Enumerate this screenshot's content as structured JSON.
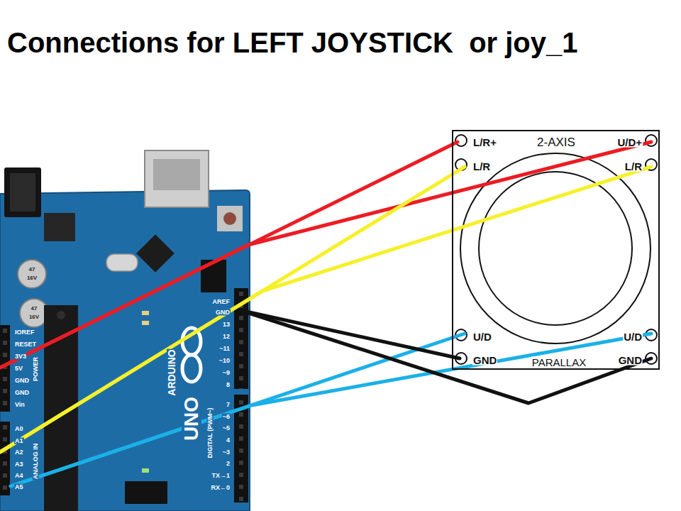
{
  "diagram": {
    "title": "Connections for LEFT JOYSTICK  or joy_1",
    "nodes": [
      {
        "text": [
          "IOREF",
          "RESET",
          "3V3",
          "5V",
          "GND",
          "GND",
          "Vin",
          "POWER",
          "A0",
          "A1",
          "A2",
          "A3",
          "A4",
          "A5",
          "ANALOG IN",
          "47",
          "16V",
          "47",
          "16V",
          "ARDUINO",
          "UNO",
          "AREF",
          "GND",
          "13",
          "12",
          "~11",
          "~10",
          "~9",
          "8",
          "7",
          "~6",
          "~5",
          "4",
          "~3",
          "2",
          "TX→1",
          "RX←0",
          "DIGITAL (PWM~)"
        ]
      },
      {
        "text": [
          "L/R+",
          "2-AXIS",
          "U/D+",
          "L/R",
          "L/R",
          "U/D",
          "U/D",
          "GND",
          "PARALLAX",
          "GND"
        ]
      }
    ],
    "edges": [
      {
        "from": 0,
        "to": 1,
        "arrow": "none"
      },
      {
        "from": 0,
        "to": 1,
        "arrow": "none"
      },
      {
        "from": 0,
        "to": 1,
        "arrow": "none"
      },
      {
        "from": 0,
        "to": 1,
        "arrow": "none"
      },
      {
        "from": 0,
        "to": 1,
        "arrow": "none"
      },
      {
        "from": 0,
        "to": 1,
        "arrow": "none"
      },
      {
        "from": 0,
        "to": 1,
        "arrow": "none"
      },
      {
        "from": 0,
        "to": 1,
        "arrow": "none"
      }
    ]
  }
}
